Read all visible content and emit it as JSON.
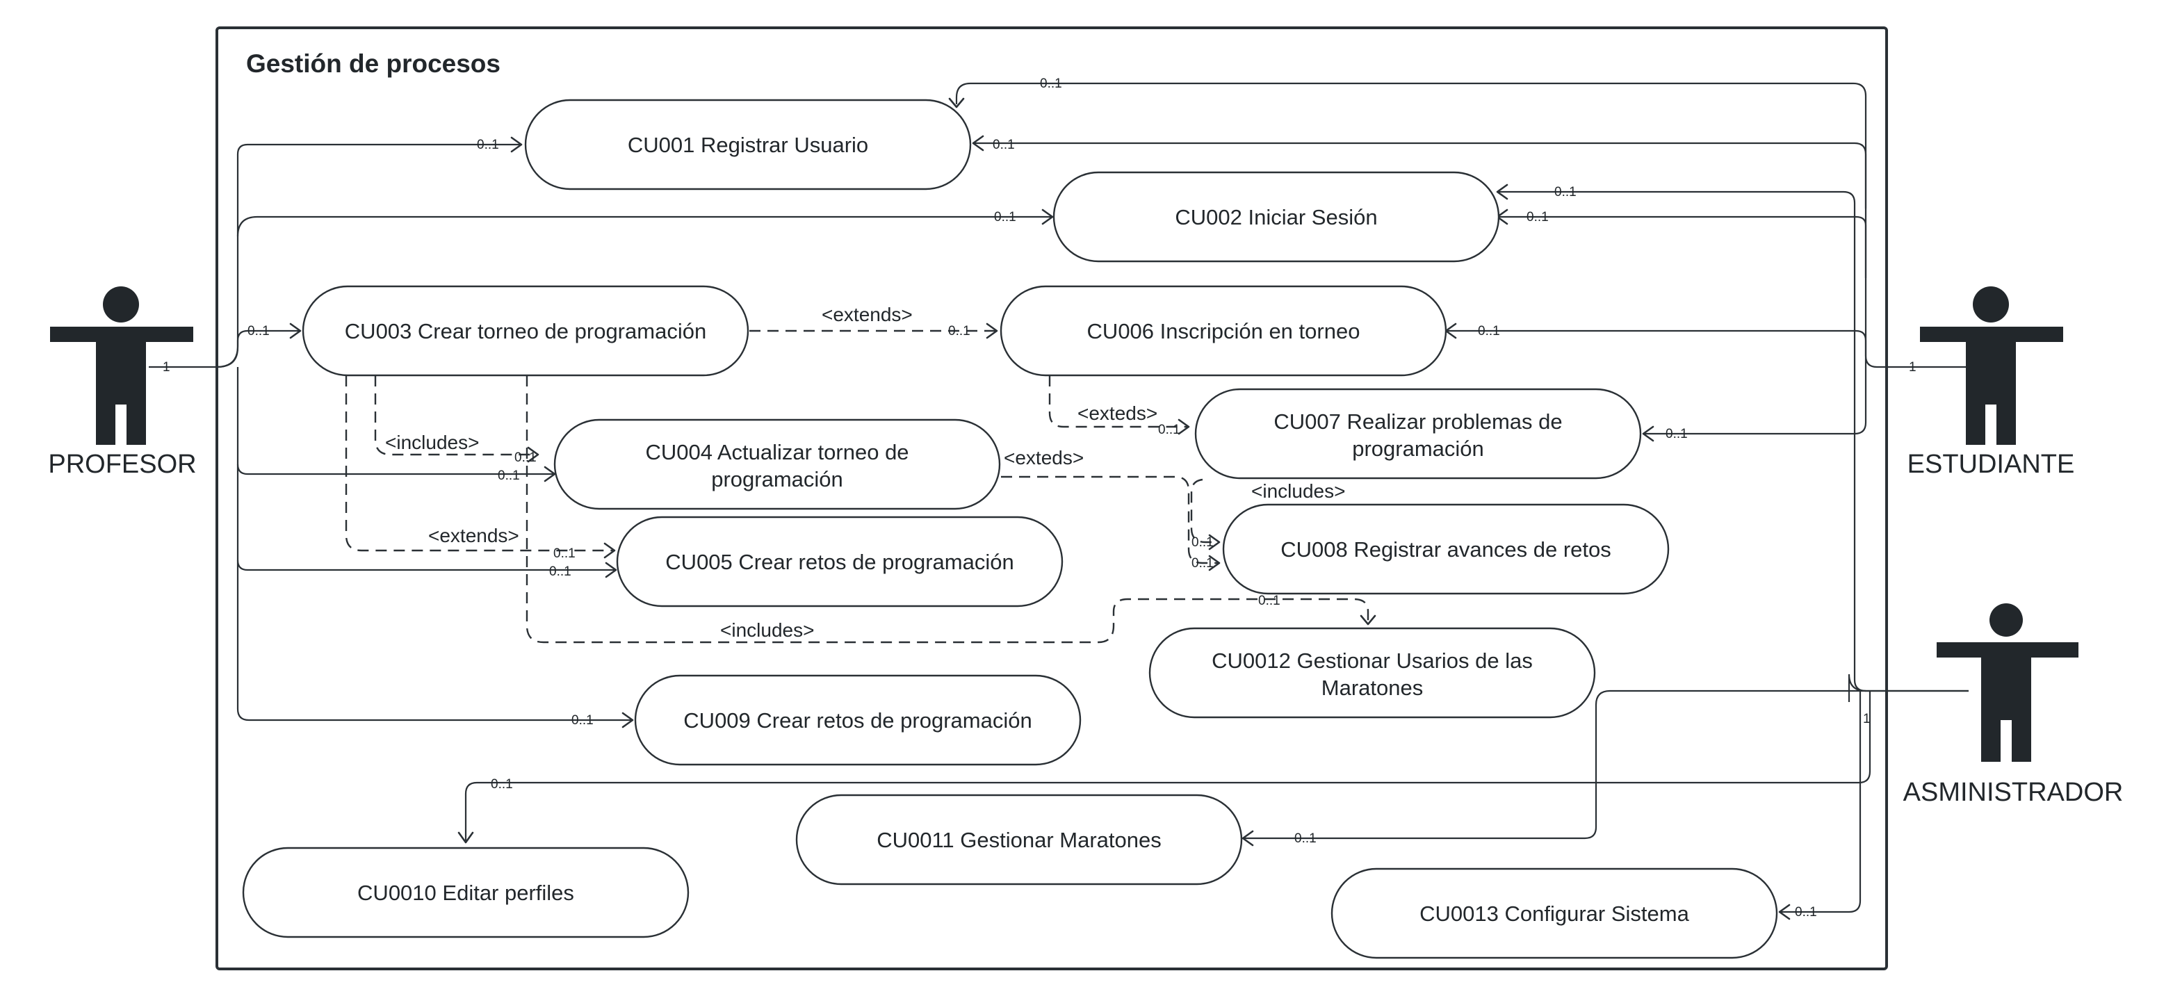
{
  "system": {
    "title": "Gestión de procesos"
  },
  "actors": {
    "profesor": "PROFESOR",
    "estudiante": "ESTUDIANTE",
    "administrador": "ASMINISTRADOR"
  },
  "use_cases": {
    "cu001": [
      "CU001 Registrar Usuario"
    ],
    "cu002": [
      "CU002 Iniciar Sesión"
    ],
    "cu003": [
      "CU003 Crear torneo de programación"
    ],
    "cu004": [
      "CU004 Actualizar torneo de",
      "programación"
    ],
    "cu005": [
      "CU005 Crear retos de programación"
    ],
    "cu006": [
      "CU006 Inscripción en torneo"
    ],
    "cu007": [
      "CU007 Realizar problemas de",
      "programación"
    ],
    "cu008": [
      "CU008 Registrar avances de retos"
    ],
    "cu009": [
      "CU009 Crear retos de programación"
    ],
    "cu0010": [
      "CU0010 Editar perfiles"
    ],
    "cu0011": [
      "CU0011 Gestionar Maratones"
    ],
    "cu0012": [
      "CU0012 Gestionar Usarios de las",
      "Maratones"
    ],
    "cu0013": [
      "CU0013 Configurar Sistema"
    ]
  },
  "relations": {
    "extends_3_6": "<extends>",
    "includes_3_4": "<includes>",
    "extends_3_5": "<extends>",
    "exteds_6_7": "<exteds>",
    "exteds_4_8": "<exteds>",
    "includes_7_8": "<includes>",
    "includes_3_12": "<includes>"
  },
  "multiplicity": {
    "one": "1",
    "zero_one": "0..1"
  },
  "colors": {
    "stroke": "#2a3035",
    "actor": "#22272b",
    "background": "#ffffff"
  }
}
